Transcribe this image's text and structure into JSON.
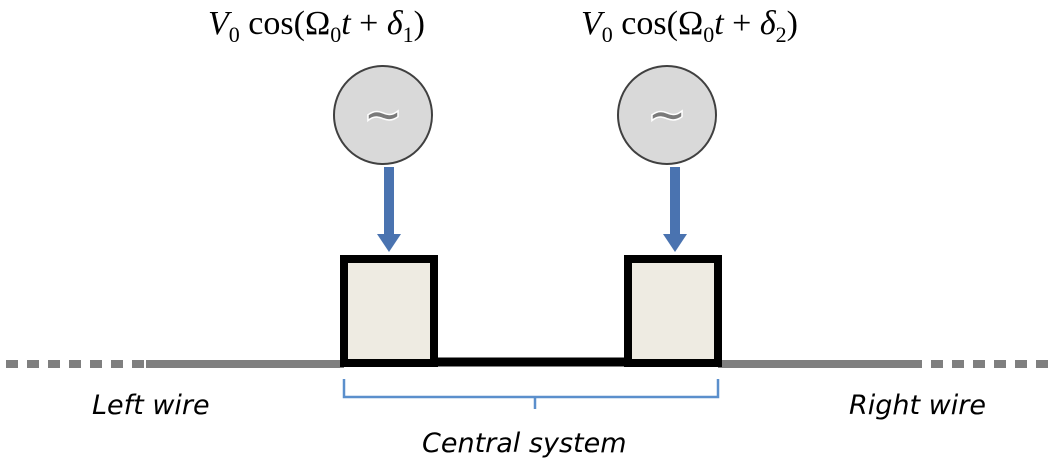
{
  "formulas": {
    "left": {
      "amp": "V",
      "amp_sub": "0",
      "func": "cos(",
      "freq": "Ω",
      "freq_sub": "0",
      "t": "t",
      "plus": " + ",
      "phase": "δ",
      "phase_sub": "1",
      "close": ")"
    },
    "right": {
      "amp": "V",
      "amp_sub": "0",
      "func": "cos(",
      "freq": "Ω",
      "freq_sub": "0",
      "t": "t",
      "plus": " + ",
      "phase": "δ",
      "phase_sub": "2",
      "close": ")"
    }
  },
  "sources": {
    "left_symbol": "~",
    "right_symbol": "~"
  },
  "labels": {
    "left_wire": "Left wire",
    "right_wire": "Right wire",
    "central_system": "Central system"
  },
  "colors": {
    "arrow": "#4a73b0",
    "bracket": "#5b8fcc",
    "source_fill": "#d9d9d9",
    "box_fill": "#eeebe2",
    "wire": "#7f7f7f",
    "link": "#000000"
  }
}
